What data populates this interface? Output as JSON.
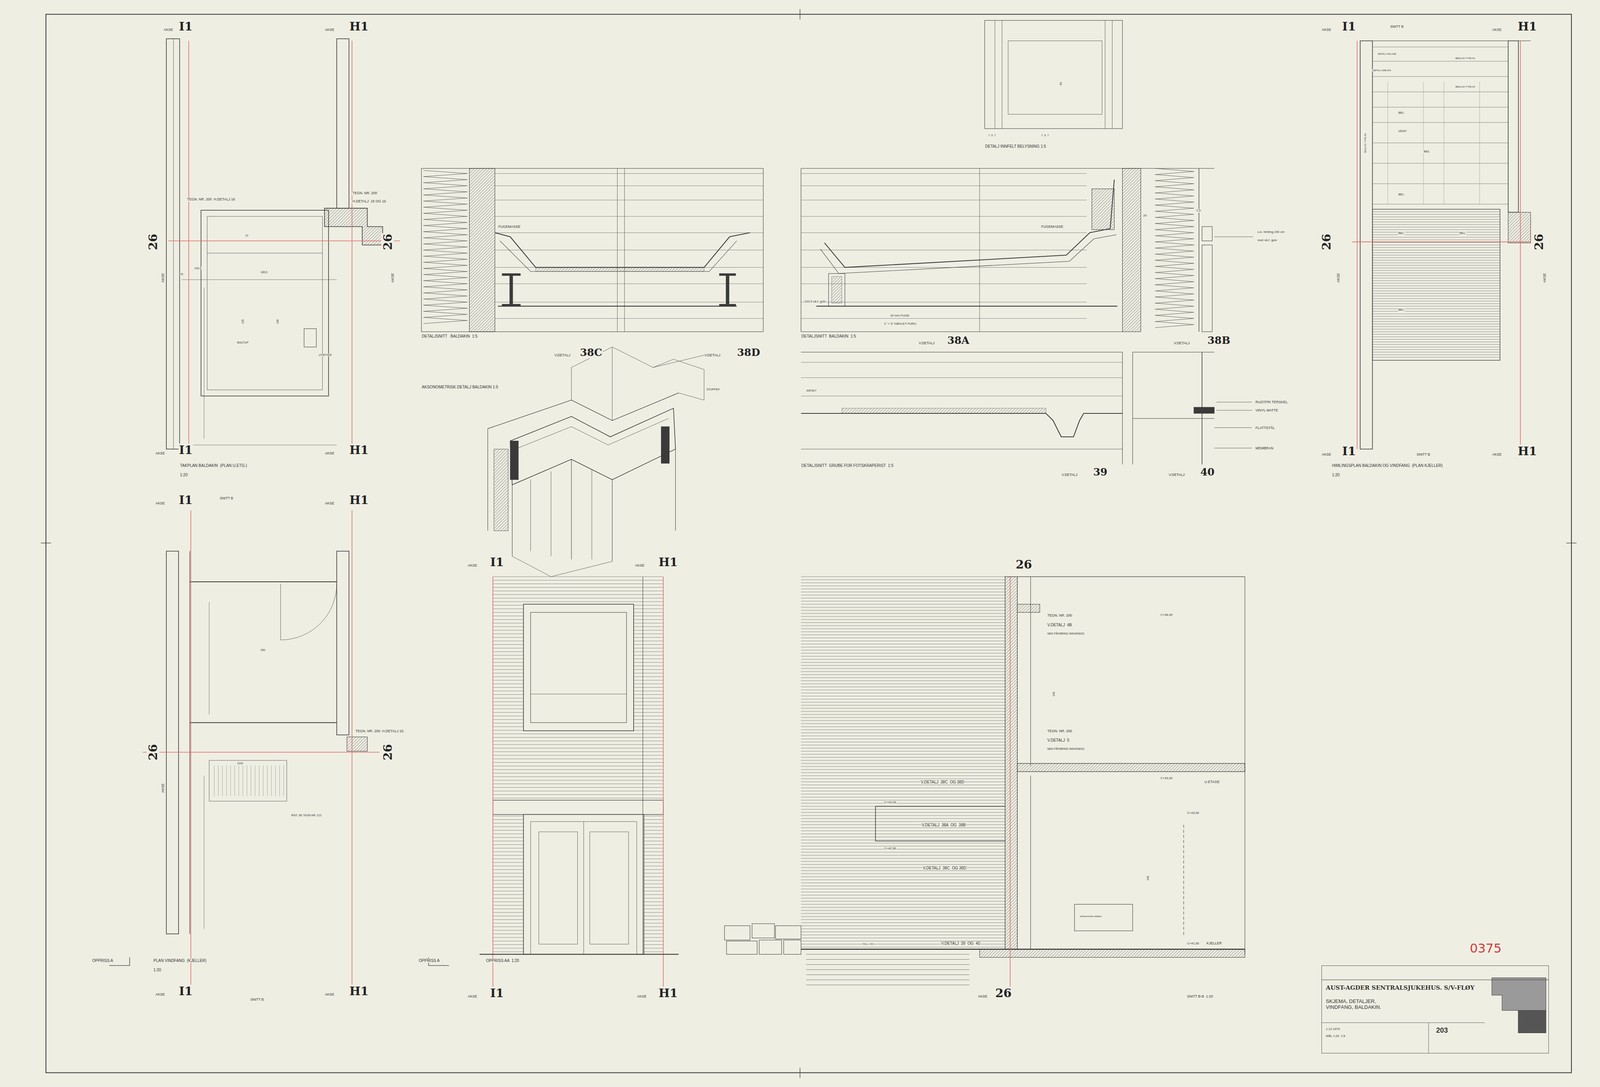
{
  "diagram": {
    "nodes": [
      {
        "text": [
          "AUST-AGDER SENTRALSJUKEHUS. S/V-FLØY",
          "SKJEMA, DETALJER, VINDFANG, BALDAKIN.",
          "1.12.1975",
          "MÅL 1:20  1:5",
          "203"
        ]
      }
    ],
    "labels": [
      "AKSE",
      "I1",
      "AKSE",
      "H1",
      "TEGN. NR. 200  H.DETALJ 16",
      "TEGN. NR. 200",
      "H.DETALJ  15 OG 16",
      "26",
      "AKSE",
      "26",
      "AKSE",
      "20",
      "140,5",
      "185,5",
      "12",
      "155",
      "166",
      "BUILTUP",
      "UTSPYER",
      "AKSE",
      "I1",
      "AKSE",
      "H1",
      "TAKPLAN BALDAKIN  (PLAN U.ETG.)",
      "1:20",
      "FUGEMASSE",
      "DETALJSNITT   BALDAKIN  1:5",
      "V.DETALJ",
      "38C",
      "AKSONOMETRISK DETALJ BALDAKIN 1:5",
      "V.DETALJ",
      "38D",
      "STOPPER",
      "FUGEMASSE",
      "210,5 ok.f. gulv",
      "10 mm FUGE",
      "1\" + 3\" HØVLET FURU",
      "20",
      "2,5",
      "DETALJSNITT  BALDAKIN  1:5",
      "V.DETALJ",
      "38A",
      "u.k. himling 240 cm",
      "over ok.f. gulv",
      "V.DETALJ",
      "38B",
      "33",
      "DETALJ INNFELT BELYSNING 1:5",
      "7  9  7",
      "7  9  7",
      "ASFALT",
      "RUSTFRI TERSKEL",
      "VINYL MATTE",
      "FLATTSTÅL",
      "MEMBRAN",
      "DETALJSNITT  GRUBE FOR FOTSKRAPERIST  1:5",
      "V.DETALJ",
      "39",
      "V.DETALJ",
      "40",
      "SNITT B",
      "AKSE",
      "I1",
      "AKSE",
      "H1",
      "DETALJ 42A,41B",
      "BESLAG TYPE A3",
      "DETALJ 42B,42A",
      "BESLAG TYPE A3",
      "BESLAG TYPE B1",
      "BEL",
      "VENT",
      "BEL",
      "BEL",
      "BEL",
      "BEL",
      "BEL",
      "26",
      "AKSE",
      "26",
      "AKSE",
      "AKSE",
      "I1",
      "SNITT B",
      "AKSE",
      "H1",
      "HIMLINGSPLAN BALDAKIN OG VINDFANG  (PLAN KJELLER)",
      "1:20",
      "AKSE",
      "I1",
      "SNITT B",
      "AKSE",
      "H1",
      "250",
      "26",
      "AKSE",
      "26",
      "TEGN. NR. 200. H.DETALJ 15.",
      "1100",
      "RIST, SE TEGN.NR. 212",
      "OPPRISS A",
      "PLAN VINDFANG  (KJELLER)",
      "1:20",
      "OPPRISS A",
      "AKSE",
      "I1",
      "SNITT B",
      "AKSE",
      "H1",
      "AKSE",
      "I1",
      "AKSE",
      "H1",
      "OPPRISS AA  1:20",
      "AKSE",
      "I1",
      "AKSE",
      "H1",
      "26",
      "TEGN. NR. 200",
      "V.DETALJ  4B",
      "MED PÅFØRING INNVENDIG",
      "C+46,90",
      "240",
      "TEGN. NR. 200",
      "V.DETALJ  5",
      "MED PÅFØRING INNVENDIG",
      "C+43,90",
      "U.ETAGE",
      "V.DETALJ  38C  OG 38D",
      "C+43,05",
      "V.DETALJ  38A  OG  38B",
      "C+42,55",
      "C+43,05",
      "V.DETALJ  38C  OG 38D",
      "240",
      "eksisterende radiator",
      "V.DETALJ  39  OG  40",
      "C+41,55",
      "KJELLER",
      "FALL 1:50",
      "AKSE",
      "26",
      "SNITT B-B  1:20",
      "0375"
    ]
  }
}
